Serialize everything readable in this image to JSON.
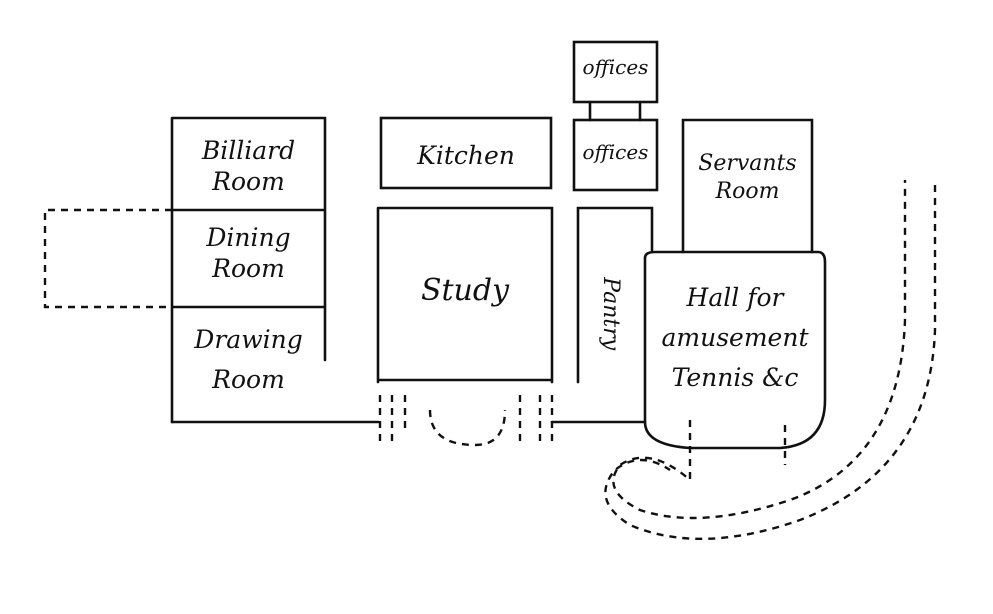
{
  "rooms": {
    "offices_top": "offices",
    "billiard": [
      "Billiard",
      "Room"
    ],
    "kitchen": "Kitchen",
    "offices": "offices",
    "servants": [
      "Servants",
      "Room"
    ],
    "dining": [
      "Dining",
      "Room"
    ],
    "study": "Study",
    "pantry": "Pantry",
    "hall": [
      "Hall for",
      "amusement",
      "Tennis &c"
    ],
    "drawing": [
      "Drawing",
      "Room"
    ]
  }
}
